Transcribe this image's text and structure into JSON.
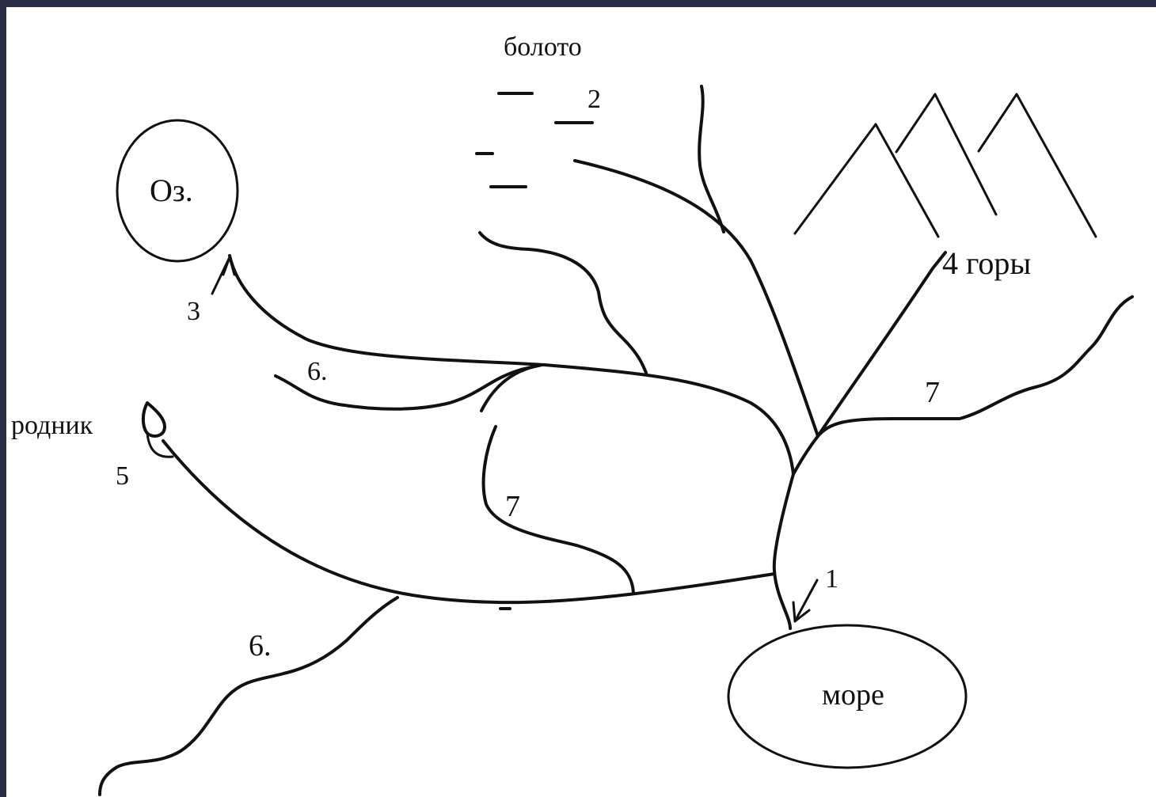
{
  "colors": {
    "frame": "#2a2d45",
    "paper": "#ffffff",
    "ink": "#111111"
  },
  "labels": {
    "swamp": "болото",
    "swamp_num": "2",
    "lake": "Оз.",
    "lake_num": "3",
    "mountains": "4 горы",
    "spring": "родник",
    "spring_num": "5",
    "sea": "море",
    "sea_num": "1",
    "tributary_a": "6.",
    "tributary_b": "6.",
    "tributary_c": "7",
    "tributary_d": "7"
  }
}
